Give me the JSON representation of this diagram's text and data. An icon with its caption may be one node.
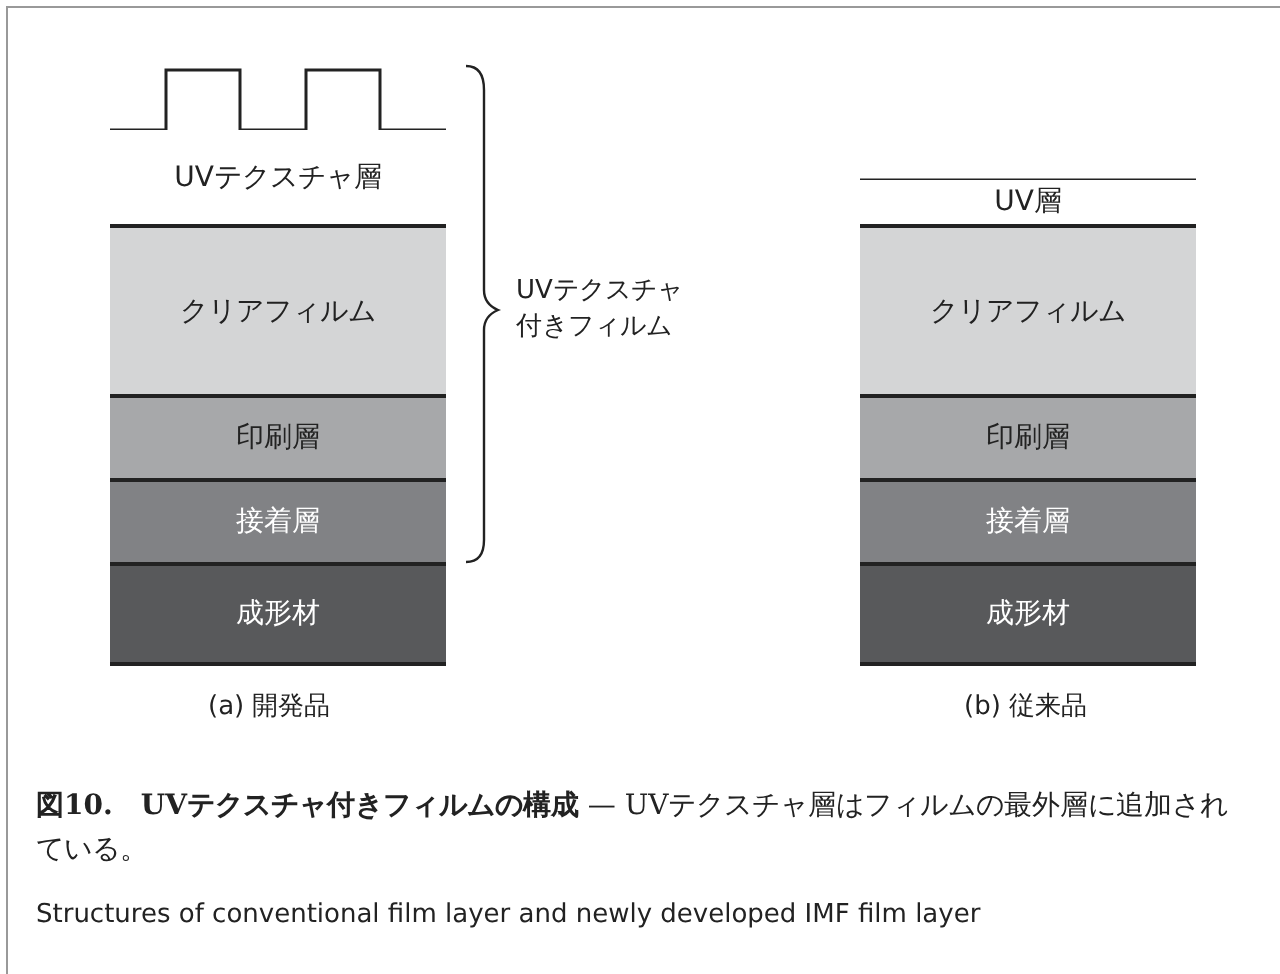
{
  "diagram": {
    "caption": "**図10.　UVテクスチャ付きフィルムの構成** — UVテクスチャ層はフィルムの最外層に追加されている。",
    "nodes": [
      {
        "text": [
          "UVテクスチャ層"
        ]
      },
      {
        "text": [
          "クリアフィルム"
        ]
      },
      {
        "text": [
          "印刷層"
        ]
      },
      {
        "text": [
          "接着層"
        ]
      },
      {
        "text": [
          "成形材"
        ]
      },
      {
        "text": [
          "UV層"
        ]
      },
      {
        "text": [
          "クリアフィルム"
        ]
      },
      {
        "text": [
          "印刷層"
        ]
      },
      {
        "text": [
          "接着層"
        ]
      },
      {
        "text": [
          "成形材"
        ]
      }
    ],
    "labels": [
      "UVテクスチャ付きフィルム",
      "(a) 開発品",
      "(b) 従来品",
      "Structures of conventional film layer and newly developed IMF film layer"
    ]
  }
}
